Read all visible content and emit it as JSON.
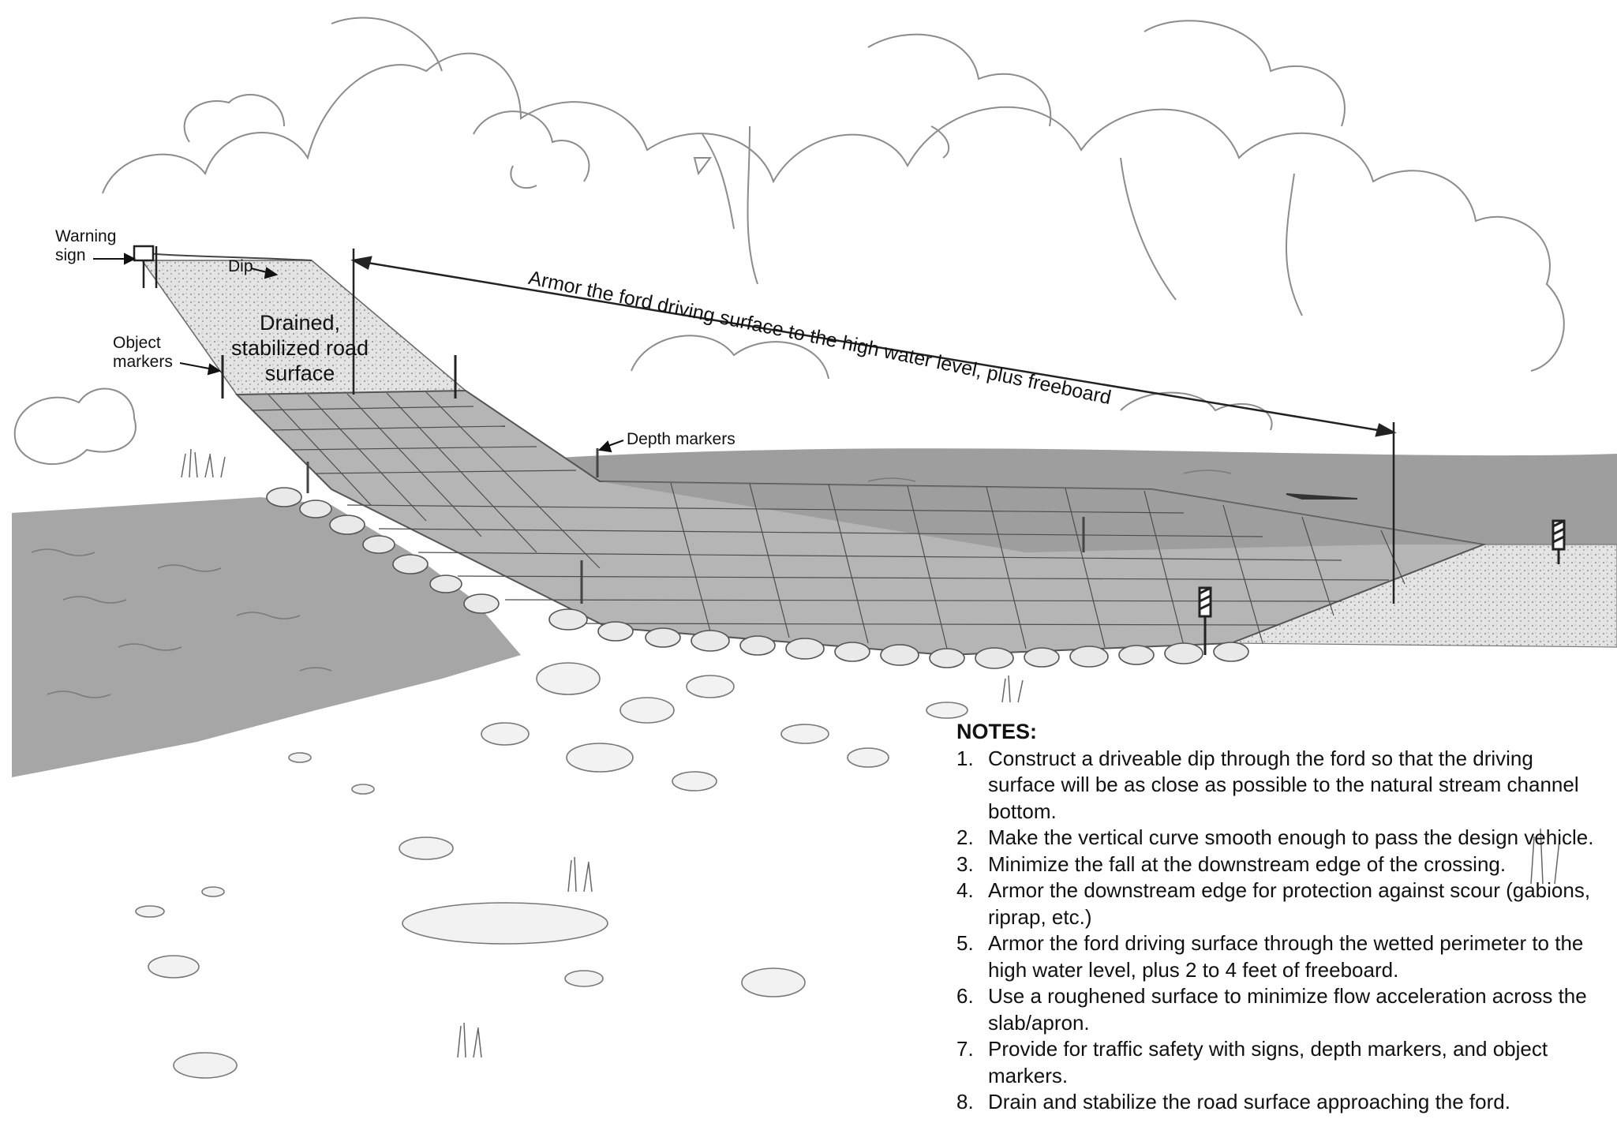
{
  "labels": {
    "warning_sign": "Warning sign",
    "dip": "Dip",
    "object_markers": "Object markers",
    "road_surface": "Drained, stabilized road surface",
    "depth_markers": "Depth markers",
    "armor": "Armor the ford driving surface to the high water level, plus freeboard"
  },
  "notes": {
    "title": "NOTES:",
    "items": [
      {
        "num": "1.",
        "text": "Construct a driveable dip through the ford so that the driving surface will be as close as possible to the natural stream channel bottom."
      },
      {
        "num": "2.",
        "text": "Make the vertical curve smooth enough to pass the design vehicle."
      },
      {
        "num": "3.",
        "text": "Minimize the fall at the downstream edge of the crossing."
      },
      {
        "num": "4.",
        "text": "Armor the downstream edge for protection against scour (gabions, riprap, etc.)"
      },
      {
        "num": "5.",
        "text": "Armor the ford driving surface through the wetted perimeter to the high water level, plus 2 to 4 feet of freeboard."
      },
      {
        "num": "6.",
        "text": "Use a roughened surface to minimize flow acceleration across the slab/apron."
      },
      {
        "num": "7.",
        "text": "Provide for traffic safety with signs, depth markers, and object markers."
      },
      {
        "num": "8.",
        "text": "Drain and stabilize the road surface approaching the ford."
      }
    ]
  }
}
